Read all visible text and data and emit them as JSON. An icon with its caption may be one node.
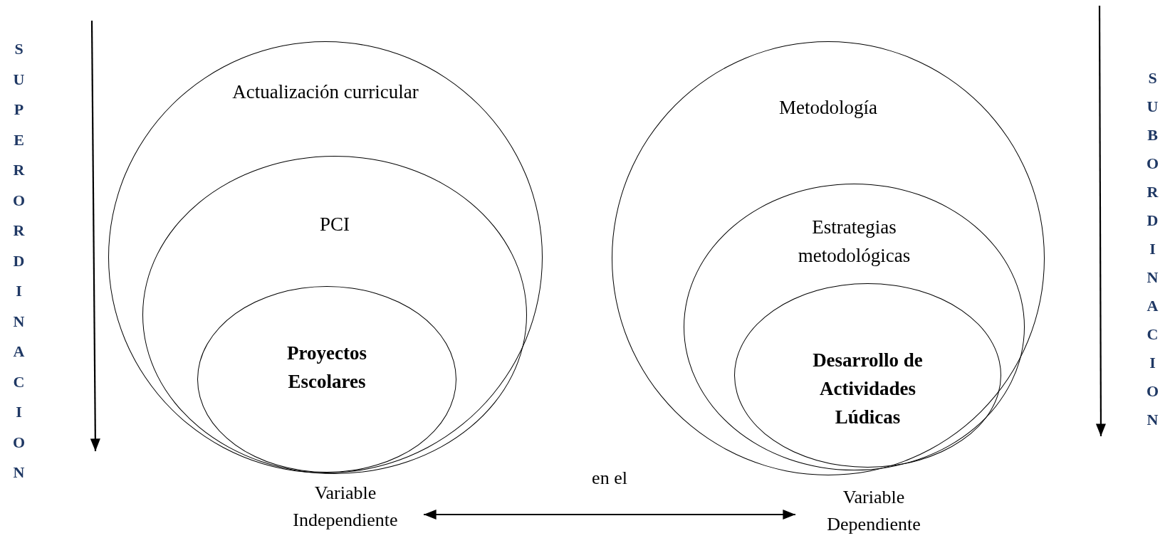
{
  "diagram": {
    "nodes": [
      {
        "text": [
          "Actualización curricular"
        ]
      },
      {
        "text": [
          "PCI"
        ],
        "in": 0
      },
      {
        "text": [
          "Proyectos Escolares"
        ],
        "in": 1
      },
      {
        "text": [
          "Metodología"
        ]
      },
      {
        "text": [
          "Estrategias metodológicas"
        ],
        "in": 3
      },
      {
        "text": [
          "Desarrollo de Actividades Lúdicas"
        ],
        "in": 4
      },
      {
        "text": [
          "Variable Independiente"
        ]
      },
      {
        "text": [
          "Variable Dependiente"
        ]
      }
    ],
    "edges": [
      {
        "from": 6,
        "to": 7,
        "arrow": "both",
        "label": "en el"
      }
    ],
    "labels": [
      "SUPERORDINACION",
      "SUBORDINACION"
    ]
  }
}
